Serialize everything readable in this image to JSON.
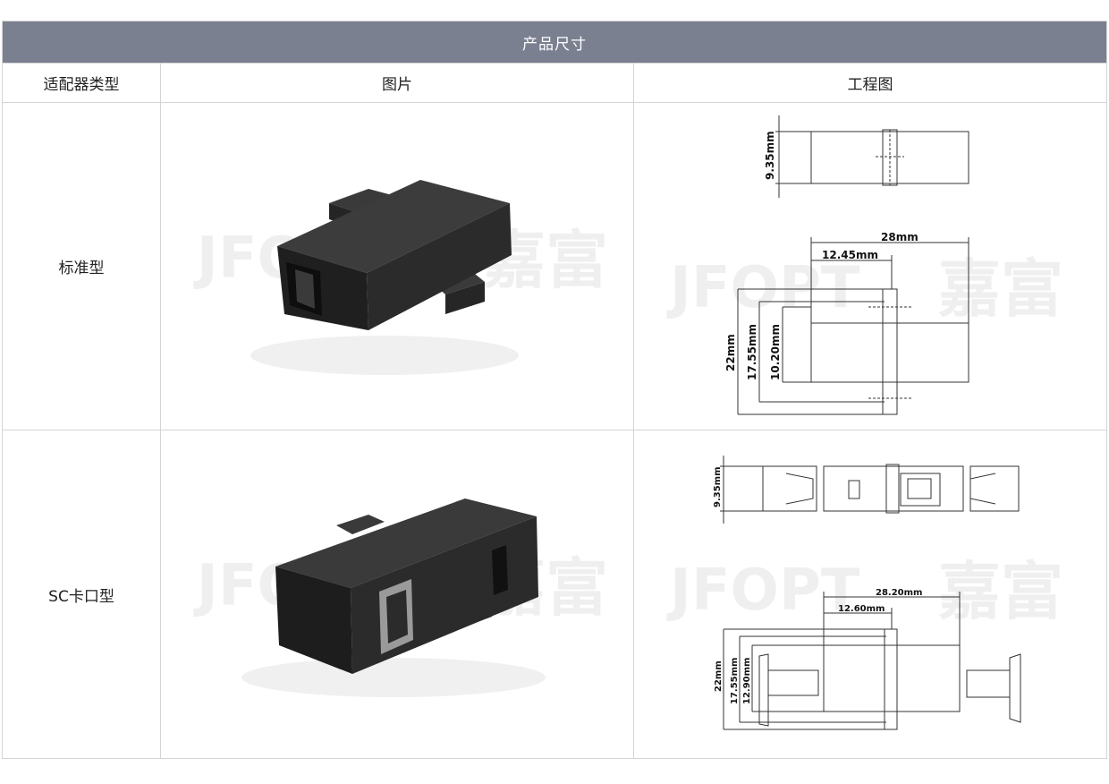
{
  "title": "产品尺寸",
  "headers": {
    "type": "适配器类型",
    "image": "图片",
    "drawing": "工程图"
  },
  "watermark": {
    "latin": "JFOPT",
    "cjk": "嘉富"
  },
  "rows": [
    {
      "type": "标准型",
      "dims": {
        "height": "9.35mm",
        "length": "28mm",
        "half": "12.45mm",
        "total": "22mm",
        "mid": "17.55mm",
        "inner": "10.20mm"
      }
    },
    {
      "type": "SC卡口型",
      "dims": {
        "height": "9.35mm",
        "length": "28.20mm",
        "half": "12.60mm",
        "total": "22mm",
        "mid": "17.55mm",
        "inner": "12.90mm"
      }
    }
  ],
  "colors": {
    "title_bar": "#7a8090",
    "adapter": "#2a2a2a",
    "border": "#d4d4d4"
  }
}
